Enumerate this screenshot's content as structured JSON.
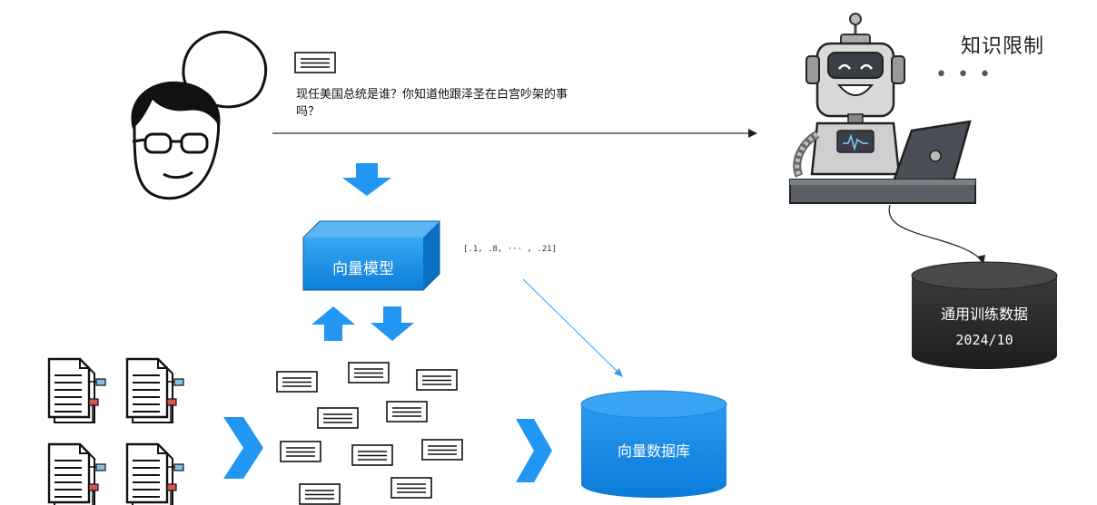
{
  "question": "现任美国总统是谁？你知道他跟泽圣在白宫吵架的事吗？",
  "embedding_model": "向量模型",
  "vector_sample": "[.1, .8, ··· , .21]",
  "vector_db": "向量数据库",
  "knowledge_limit": "知识限制",
  "ellipsis": "• • •",
  "training_data": {
    "label": "通用训练数据",
    "date": "2024/10"
  },
  "colors": {
    "blue": "#1a8fe6",
    "blue_light": "#4aa8f0",
    "dark_db": "#2b2b2b"
  },
  "icons": [
    "user-with-speech-bubble-icon",
    "robot-with-laptop-icon",
    "document-icon",
    "text-chunk-icon"
  ]
}
